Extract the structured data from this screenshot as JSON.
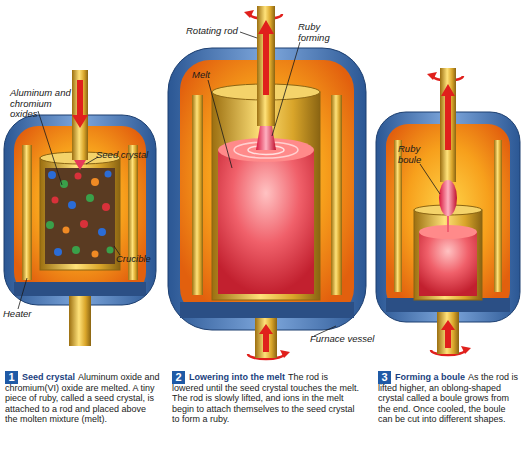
{
  "diagram": {
    "nodes": [
      {
        "text": [
          "1"
        ]
      },
      {
        "text": [
          "2"
        ]
      },
      {
        "text": [
          "3"
        ]
      }
    ],
    "labels": [
      "Aluminum and chromium oxides",
      "Seed crystal",
      "Heater",
      "Crucible",
      "Rotating rod",
      "Melt",
      "Ruby forming",
      "Furnace vessel",
      "Ruby boule",
      "Seed crystal",
      "Aluminum oxide and chromium(VI) oxide are melted. A tiny piece of ruby, called a seed crystal, is attached to a rod and placed above the molten mixture (melt).",
      "Lowering into the melt",
      "The rod is lowered until the seed crystal touches the melt. The rod is slowly lifted, and ions in the melt begin to attach themselves to the seed crystal to form a ruby.",
      "Forming a boule",
      "As the rod is lifted higher, an oblong-shaped crystal called a boule grows from the end. Once cooled, the boule can be cut into different shapes."
    ]
  }
}
